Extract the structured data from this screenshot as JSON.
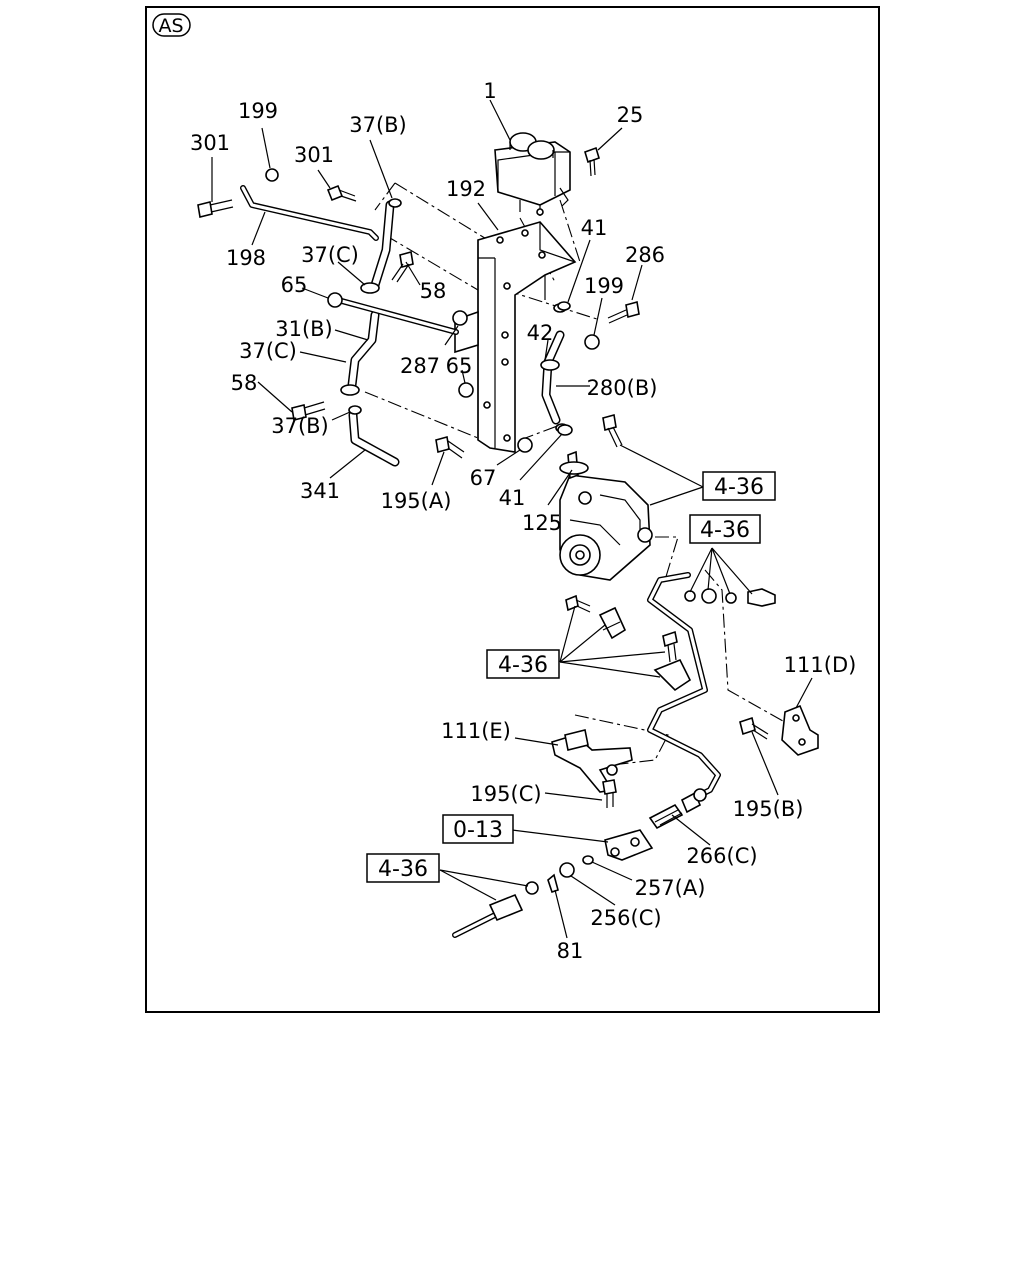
{
  "section_badge": "AS",
  "labels": {
    "p1": "1",
    "p25": "25",
    "p192": "192",
    "p41a": "41",
    "p286": "286",
    "p199b": "199",
    "p42": "42",
    "p280b": "280(B)",
    "p199a": "199",
    "p301a": "301",
    "p301b": "301",
    "p37b_top": "37(B)",
    "p198": "198",
    "p37c_top": "37(C)",
    "p58a": "58",
    "p65a": "65",
    "p31b": "31(B)",
    "p37c_mid": "37(C)",
    "p287": "287",
    "p65b": "65",
    "p58b": "58",
    "p37b_low": "37(B)",
    "p341": "341",
    "p195a": "195(A)",
    "p67": "67",
    "p41b": "41",
    "p125": "125",
    "p111d": "111(D)",
    "p111e": "111(E)",
    "p195c": "195(C)",
    "p195b": "195(B)",
    "p266c": "266(C)",
    "p257a": "257(A)",
    "p256c": "256(C)",
    "p81": "81"
  },
  "ref_boxes": {
    "r1": "4-36",
    "r2": "4-36",
    "r3": "4-36",
    "r4": "0-13",
    "r5": "4-36"
  }
}
